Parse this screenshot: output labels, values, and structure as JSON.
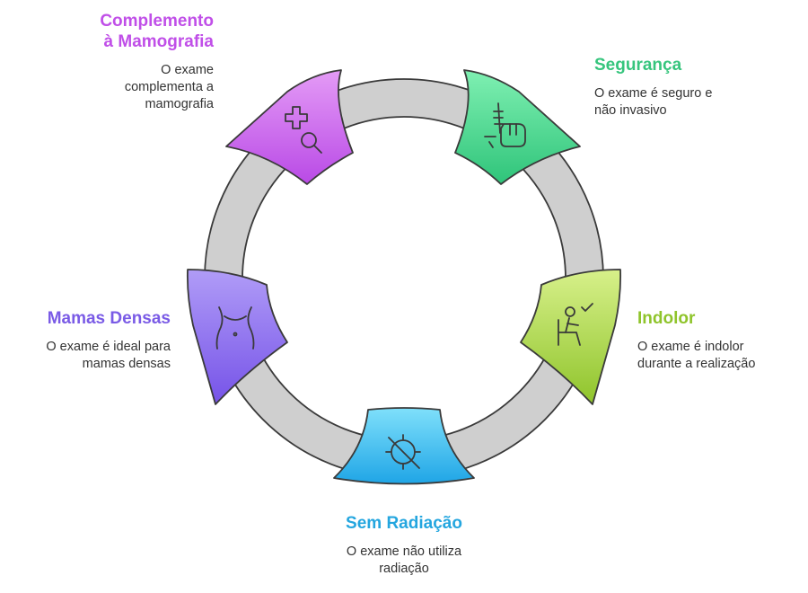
{
  "colors": {
    "ring": "#cfcfcf",
    "ring_stroke": "#3a3a3a",
    "complemento": "#c04fe8",
    "seguranca": "#36c57d",
    "indolor": "#8fc42b",
    "radiacao": "#24a6df",
    "densas": "#7a5be6"
  },
  "items": [
    {
      "key": "complemento",
      "title_line1": "Complemento",
      "title_line2": "à Mamografia",
      "desc_line1": "O exame",
      "desc_line2": "complementa a",
      "desc_line3": "mamografia",
      "icon": "medical-search-icon"
    },
    {
      "key": "seguranca",
      "title": "Segurança",
      "desc_line1": "O exame é seguro e",
      "desc_line2": "não invasivo",
      "icon": "syringe-fist-icon"
    },
    {
      "key": "indolor",
      "title": "Indolor",
      "desc_line1": "O exame é indolor",
      "desc_line2": "durante a realização",
      "icon": "seated-person-check-icon"
    },
    {
      "key": "radiacao",
      "title": "Sem Radiação",
      "desc_line1": "O exame não utiliza",
      "desc_line2": "radiação",
      "icon": "no-radiation-icon"
    },
    {
      "key": "densas",
      "title": "Mamas Densas",
      "desc_line1": "O exame é ideal para",
      "desc_line2": "mamas densas",
      "icon": "torso-icon"
    }
  ]
}
